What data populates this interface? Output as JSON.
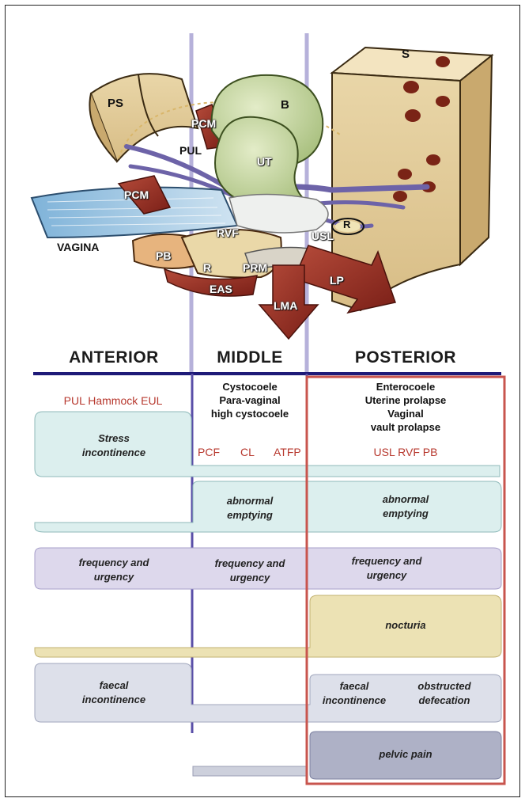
{
  "anatomy_labels": {
    "ps": "PS",
    "s": "S",
    "b": "B",
    "ut": "UT",
    "pcm_top": "PCM",
    "pul": "PUL",
    "pcm_left": "PCM",
    "vagina": "VAGINA",
    "rvf": "RVF",
    "usl": "USL",
    "r_right": "R",
    "pb": "PB",
    "r_left": "R",
    "prm": "PRM",
    "eas": "EAS",
    "lp": "LP",
    "lma": "LMA"
  },
  "zones": {
    "anterior": {
      "heading": "ANTERIOR",
      "structures": "PUL Hammock EUL"
    },
    "middle": {
      "heading": "MIDDLE",
      "conditions": [
        "Cystocoele",
        "Para-vaginal",
        "high cystocoele"
      ],
      "structures": [
        "PCF",
        "CL",
        "ATFP"
      ]
    },
    "posterior": {
      "heading": "POSTERIOR",
      "conditions": [
        "Enterocoele",
        "Uterine prolapse",
        "Vaginal",
        "vault prolapse"
      ],
      "structures": "USL RVF PB"
    }
  },
  "symptoms": {
    "stress": [
      "Stress",
      "incontinence"
    ],
    "abnormal_middle": [
      "abnormal",
      "emptying"
    ],
    "abnormal_posterior": [
      "abnormal",
      "emptying"
    ],
    "freq_anterior": [
      "frequency and",
      "urgency"
    ],
    "freq_middle": [
      "frequency and",
      "urgency"
    ],
    "freq_posterior": [
      "frequency and",
      "urgency"
    ],
    "nocturia": "nocturia",
    "faecal_anterior": [
      "faecal",
      "incontinence"
    ],
    "faecal_posterior": [
      "faecal",
      "incontinence"
    ],
    "obstructed": [
      "obstructed",
      "defecation"
    ],
    "pelvic_pain": "pelvic pain"
  },
  "colors": {
    "zone_line": "#5a4fa8",
    "header_line": "#1e1a78",
    "posterior_border": "#c8554e",
    "stress_fill": "#dcefee",
    "frequency_fill": "#ddd8ec",
    "nocturia_fill": "#ece2b4",
    "faecal_fill": "#dde0ea",
    "pelvic_pain_fill": "#aeb1c6",
    "red_text": "#b7382e"
  }
}
